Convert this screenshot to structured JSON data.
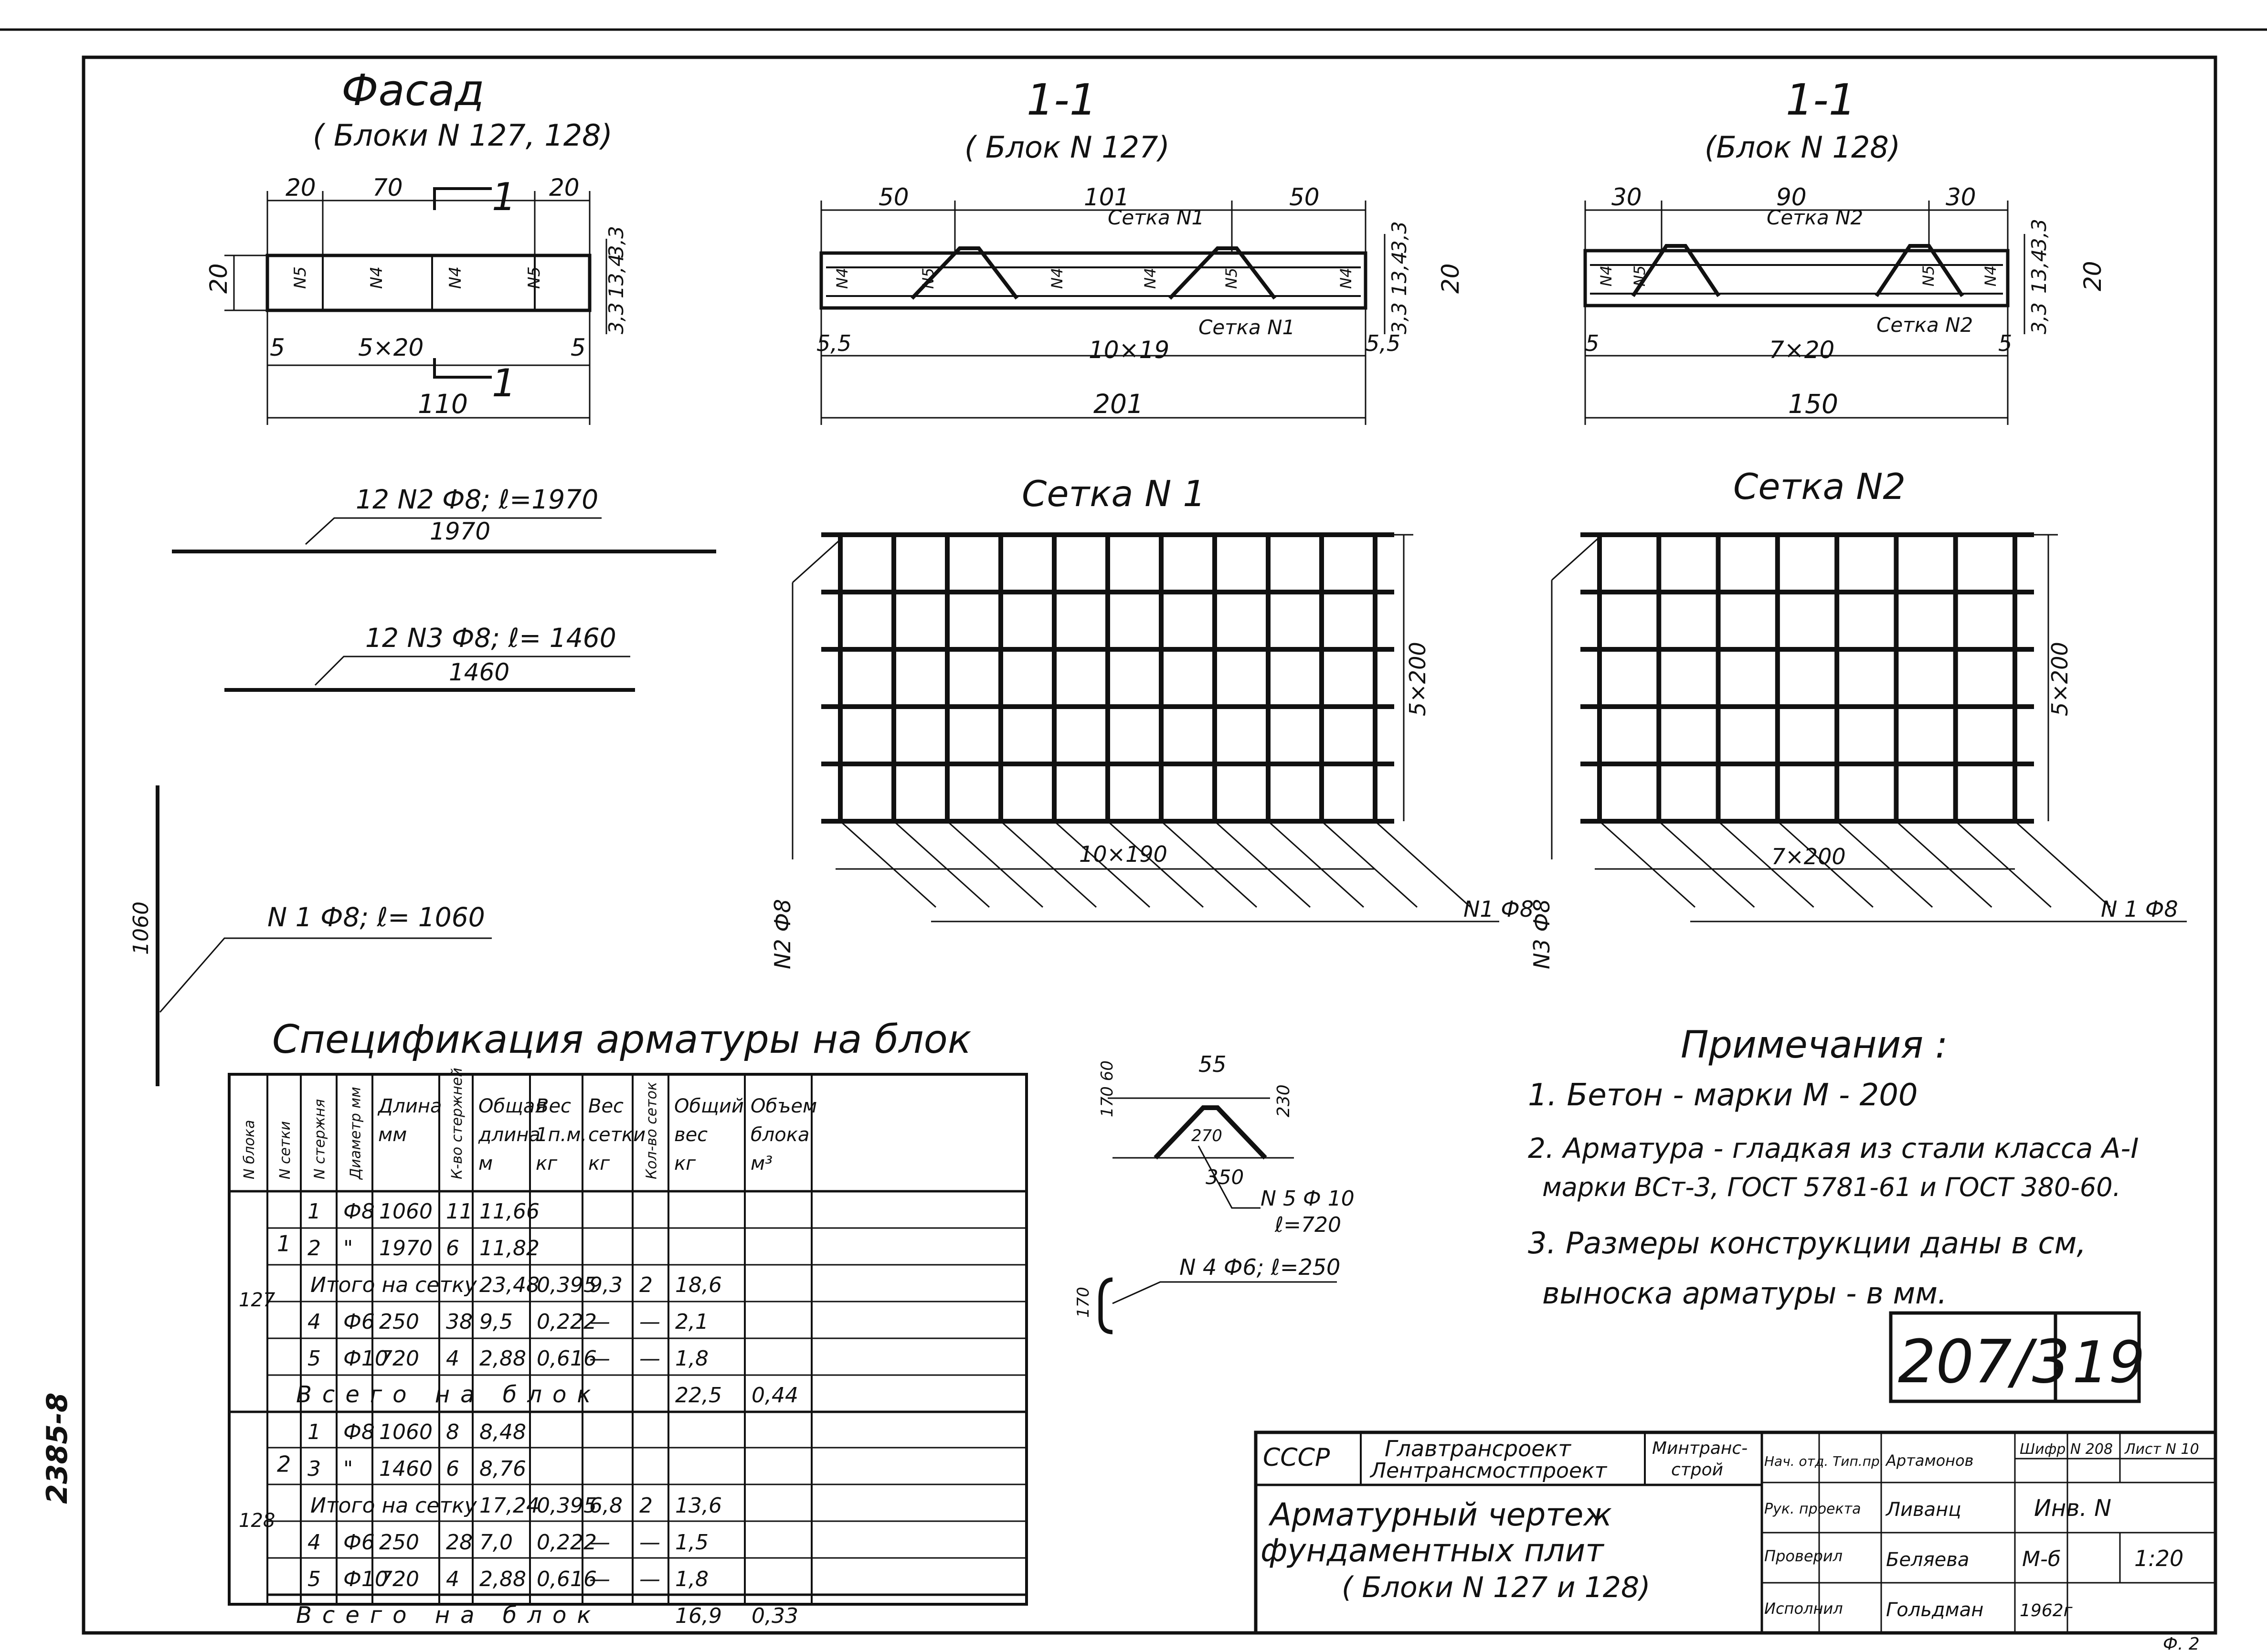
{
  "facade": {
    "title": "Фасад",
    "subtitle": "( Блоки N 127, 128)",
    "dims_top": [
      "20",
      "70",
      "20"
    ],
    "dim_height": "20",
    "dims_right": [
      "3,3",
      "13,4",
      "3,3"
    ],
    "dims_bottom": [
      "5",
      "5×20",
      "5"
    ],
    "total": "110",
    "cut_label": "1",
    "bar_labels": [
      "N5",
      "N4",
      "N4",
      "N5"
    ]
  },
  "section127": {
    "title": "1-1",
    "subtitle": "( Блок N 127)",
    "dims_top": [
      "50",
      "101",
      "50"
    ],
    "mesh_top": "Сетка N1",
    "mesh_bottom": "Сетка N1",
    "dims_bottom": [
      "5,5",
      "10×19",
      "5,5"
    ],
    "total": "201",
    "dims_right": [
      "3,3",
      "13,4",
      "3,3"
    ],
    "dim_height": "20",
    "bar_labels": [
      "N4",
      "N5",
      "N4",
      "N4",
      "N5",
      "N4"
    ]
  },
  "section128": {
    "title": "1-1",
    "subtitle": "(Блок N 128)",
    "dims_top": [
      "30",
      "90",
      "30"
    ],
    "mesh_top": "Сетка N2",
    "mesh_bottom": "Сетка N2",
    "dims_bottom": [
      "5",
      "7×20",
      "5"
    ],
    "total": "150",
    "dims_right": [
      "3,3",
      "13,4",
      "3,3"
    ],
    "dim_height": "20",
    "bar_labels": [
      "N4",
      "N5",
      "N5",
      "N4"
    ]
  },
  "bars": {
    "bar2_label": "12 N2 Ф8; ℓ=1970",
    "bar2_len": "1970",
    "bar3_label": "12 N3 Ф8; ℓ= 1460",
    "bar3_len": "1460",
    "bar1_label": "N 1 Ф8; ℓ= 1060",
    "bar1_len": "1060",
    "bar5_dim_top": "55",
    "bar5_dim_left": "170 60",
    "bar5_dim_slope": "270",
    "bar5_dim_bottom": "350",
    "bar5_dim_right": "230",
    "bar5_label": "N 5 Ф 10",
    "bar5_len": "ℓ=720",
    "bar4_dim": "170",
    "bar4_label": "N 4 Ф6; ℓ=250"
  },
  "mesh1": {
    "title": "Сетка N 1",
    "dim_bottom": "10×190",
    "dim_right": "5×200",
    "label_left": "N2 Ф8",
    "label_right": "N1 Ф8",
    "cols": 10,
    "rows": 5
  },
  "mesh2": {
    "title": "Сетка N2",
    "dim_bottom": "7×200",
    "dim_right": "5×200",
    "label_left": "N3 Ф8",
    "label_right": "N 1 Ф8",
    "cols": 7,
    "rows": 5
  },
  "spec": {
    "title": "Спецификация арматуры на блок",
    "headers": [
      "N блока",
      "N сетки",
      "N стержня",
      "Диаметр мм",
      "Длина мм",
      "К-во стержней",
      "Общая длина м",
      "Вес 1п.м. кг",
      "Вес сетки кг",
      "Кол-во сеток",
      "Общий вес кг",
      "Объем блока м³"
    ],
    "blocks": [
      {
        "block": "127",
        "mesh": "1",
        "rows": [
          [
            "1",
            "Ф8",
            "1060",
            "11",
            "11,66"
          ],
          [
            "2",
            "\"",
            "1970",
            "6",
            "11,82"
          ]
        ],
        "subtotal": [
          "Итого на сетку",
          "23,48",
          "0,395",
          "9,3",
          "2",
          "18,6"
        ],
        "extra": [
          [
            "4",
            "Ф6",
            "250",
            "38",
            "9,5",
            "0,222",
            "—",
            "—",
            "2,1"
          ],
          [
            "5",
            "Ф10",
            "720",
            "4",
            "2,88",
            "0,616",
            "—",
            "—",
            "1,8"
          ]
        ],
        "total": [
          "Всего на блок",
          "22,5",
          "0,44"
        ]
      },
      {
        "block": "128",
        "mesh": "2",
        "rows": [
          [
            "1",
            "Ф8",
            "1060",
            "8",
            "8,48"
          ],
          [
            "3",
            "\"",
            "1460",
            "6",
            "8,76"
          ]
        ],
        "subtotal": [
          "Итого на сетку",
          "17,24",
          "0,395",
          "6,8",
          "2",
          "13,6"
        ],
        "extra": [
          [
            "4",
            "Ф6",
            "250",
            "28",
            "7,0",
            "0,222",
            "—",
            "—",
            "1,5"
          ],
          [
            "5",
            "Ф10",
            "720",
            "4",
            "2,88",
            "0,616",
            "—",
            "—",
            "1,8"
          ]
        ],
        "total": [
          "Всего на блок",
          "16,9",
          "0,33"
        ]
      }
    ]
  },
  "notes": {
    "title": "Примечания :",
    "items": [
      "1. Бетон - марки М - 200",
      "2. Арматура - гладкая из стали класса А-I",
      "марки ВСт-3, ГОСТ 5781-61 и ГОСТ 380-60.",
      "3. Размеры конструкции даны в см,",
      "выноска арматуры - в мм."
    ]
  },
  "sheet": {
    "number": "207/3",
    "page": "19"
  },
  "stamp": {
    "country": "СССР",
    "org1": "Главтрансроект",
    "org2": "Лентрансмостпроект",
    "ministry1": "Минтранс-",
    "ministry2": "строй",
    "title1": "Арматурный чертеж",
    "title2": "фундаментных плит",
    "title3": "( Блоки N 127 и 128)",
    "roles": [
      "Нач. отд. Тип.пр.",
      "Рук. проекта",
      "Проверил",
      "Исполнил"
    ],
    "names": [
      "Артамонов",
      "Ливанц",
      "Беляева",
      "Гольдман"
    ],
    "code_label": "Шифр N 208",
    "sheet_label": "Лист N 10",
    "inv": "Инв. N",
    "scale_label": "М-б",
    "scale": "1:20",
    "year": "1962г"
  },
  "margin": {
    "archive": "2385-8",
    "format": "Ф. 2"
  }
}
